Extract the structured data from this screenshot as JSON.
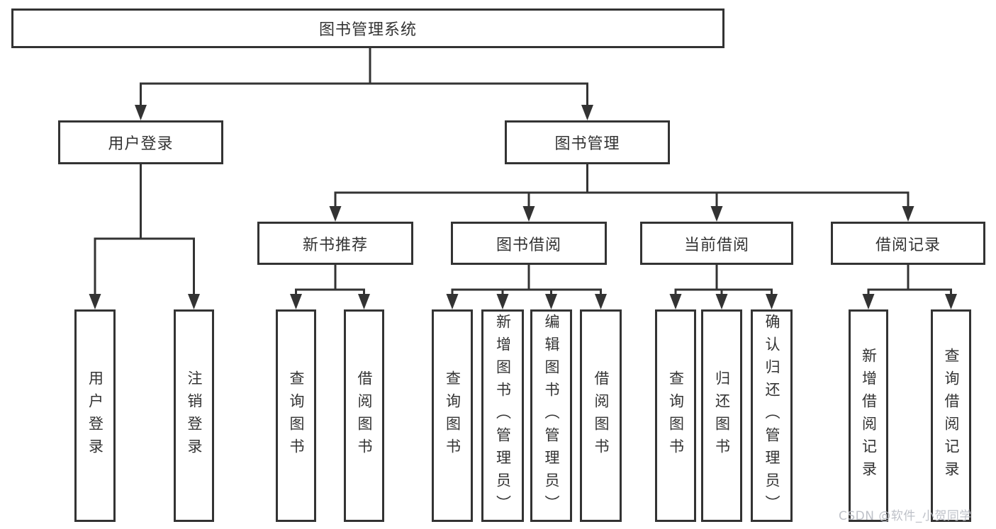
{
  "diagram": {
    "root": {
      "label": "图书管理系统"
    },
    "level2": [
      {
        "label": "用户登录"
      },
      {
        "label": "图书管理"
      }
    ],
    "level3": [
      {
        "label": "新书推荐"
      },
      {
        "label": "图书借阅"
      },
      {
        "label": "当前借阅"
      },
      {
        "label": "借阅记录"
      }
    ],
    "level4": {
      "user_login_children": [
        {
          "label": "用户登录"
        },
        {
          "label": "注销登录"
        }
      ],
      "new_book_children": [
        {
          "label": "查询图书"
        },
        {
          "label": "借阅图书"
        }
      ],
      "book_borrow_children": [
        {
          "label": "查询图书"
        },
        {
          "label": "新增图书（管理员）"
        },
        {
          "label": "编辑图书（管理员）"
        },
        {
          "label": "借阅图书"
        }
      ],
      "current_borrow_children": [
        {
          "label": "查询图书"
        },
        {
          "label": "归还图书"
        },
        {
          "label": "确认归还（管理员）"
        }
      ],
      "borrow_record_children": [
        {
          "label": "新增借阅记录"
        },
        {
          "label": "查询借阅记录"
        }
      ]
    },
    "colors": {
      "line": "#333333",
      "text": "#333333",
      "background": "#ffffff",
      "watermark": "#babec5"
    }
  },
  "watermark": {
    "text": "CSDN @软件_小贺同学"
  }
}
